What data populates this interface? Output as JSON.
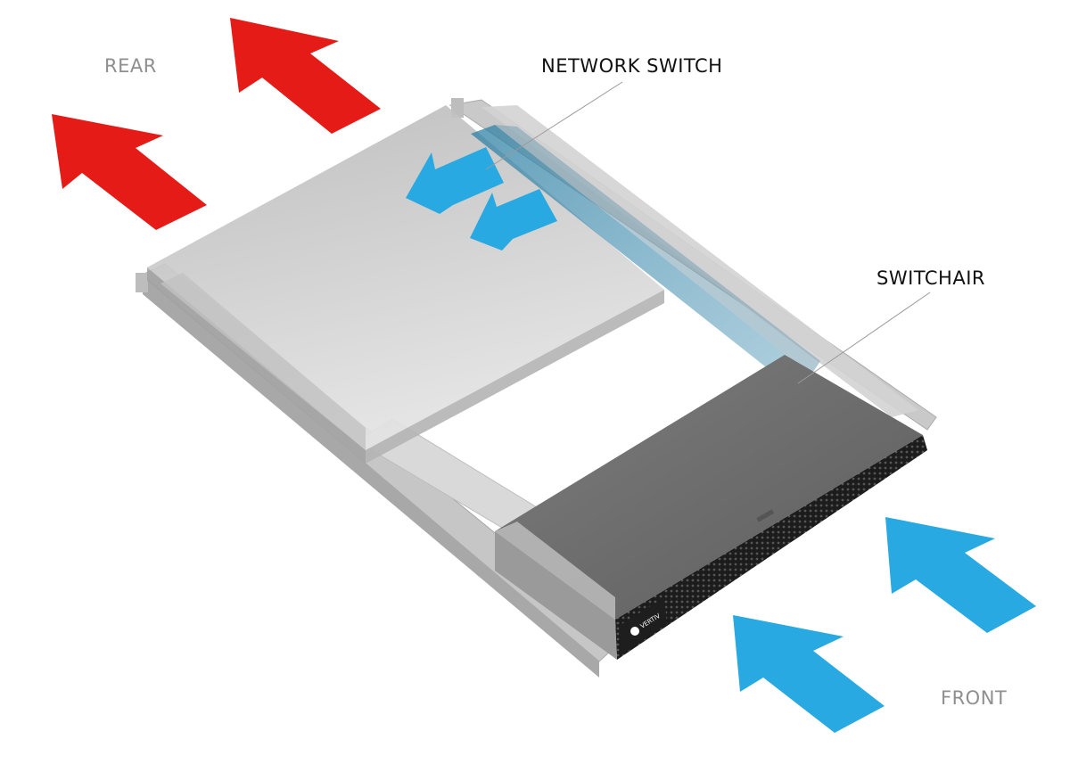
{
  "labels": {
    "rear": "REAR",
    "network_switch": "NETWORK SWITCH",
    "switchair": "SWITCHAIR",
    "front": "FRONT",
    "brand": "VERTIV"
  },
  "colors": {
    "exhaust_arrow": "#e51b17",
    "intake_arrow": "#29a9e1",
    "internal_airflow": "#29a9e1",
    "rack_frame": "#c7c7c7",
    "network_switch_body": "#bebebe",
    "switchair_body": "#6e6e6e",
    "label_muted": "#8f8f8f",
    "label_strong": "#111111"
  },
  "icons": {
    "rear_arrows": "exhaust-arrow-icon",
    "front_arrows": "intake-arrow-icon",
    "internal_arrows": "airflow-arrow-icon"
  }
}
